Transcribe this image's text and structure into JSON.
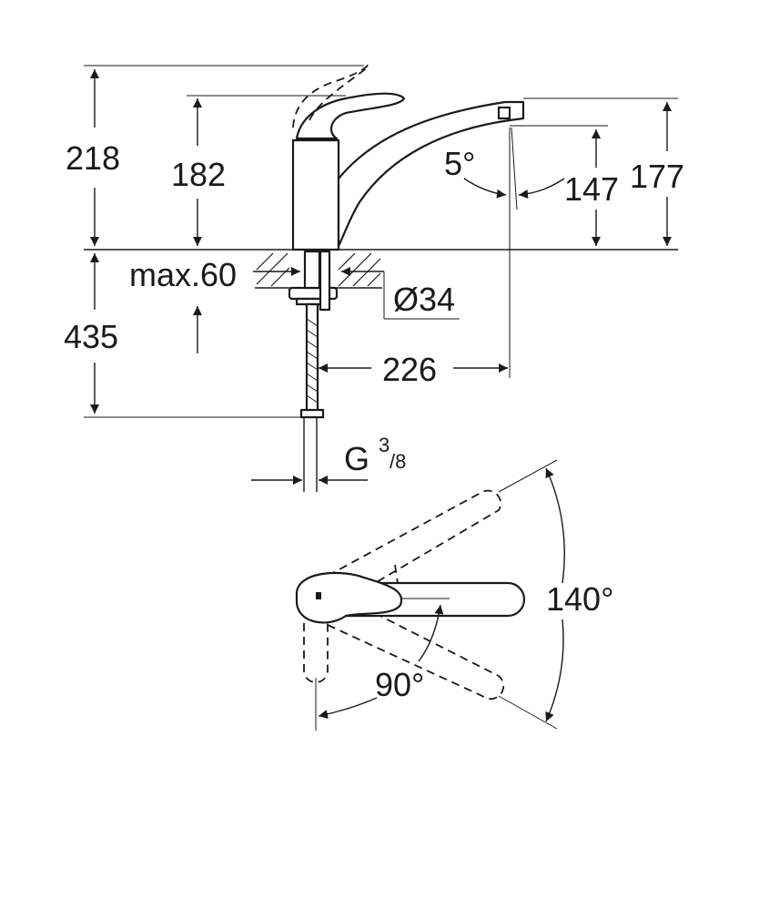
{
  "dimensions": {
    "total_height_lever_up": "218",
    "body_height": "182",
    "spout_height": "177",
    "spout_outlet_height": "147",
    "spout_angle": "5°",
    "max_counter_thickness": "max.60",
    "hole_diameter": "Ø34",
    "below_counter_length": "435",
    "spout_reach": "226",
    "connection_thread_main": "G",
    "connection_thread_num": "3",
    "connection_thread_den": "/8",
    "swivel_angle": "140°",
    "lever_angle": "90°"
  },
  "colors": {
    "line": "#1a1a1a",
    "background": "#ffffff"
  }
}
